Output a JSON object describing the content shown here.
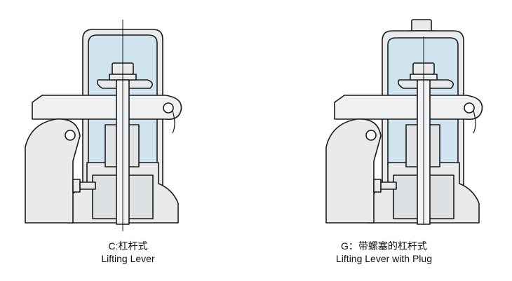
{
  "figures": [
    {
      "code_label": "C:杠杆式",
      "english_label": "Lifting Lever"
    },
    {
      "code_label": "G：带螺塞的杠杆式",
      "english_label": "Lifting Lever with Plug"
    }
  ],
  "colors": {
    "steel": "#e8eaec",
    "blue_tint": "#cfe4ee",
    "outline": "#1a1a1a",
    "shade": "#b9bec3"
  }
}
